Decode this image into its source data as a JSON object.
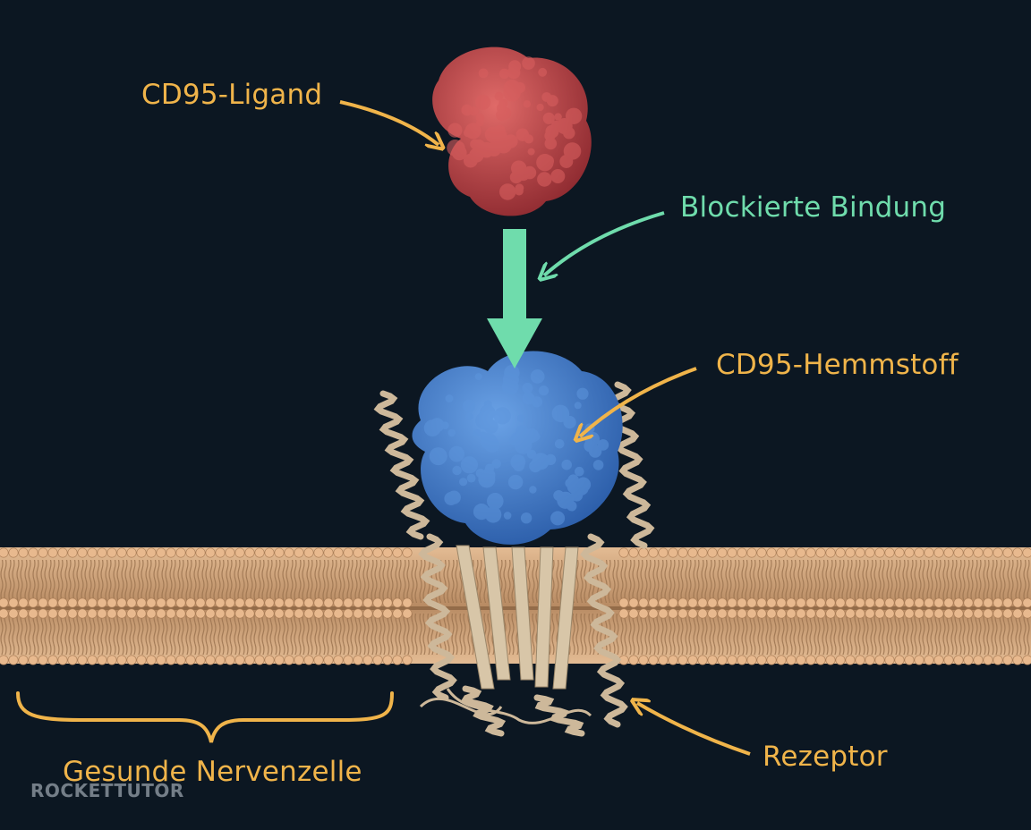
{
  "labels": {
    "ligand": "CD95-Ligand",
    "blocked": "Blockierte Bindung",
    "inhibitor": "CD95-Hemmstoff",
    "receptor": "Rezeptor",
    "cell": "Gesunde Nervenzelle"
  },
  "watermark": "ROCKETTUTOR",
  "colors": {
    "background": "#0c1722",
    "label_orange": "#f0b44a",
    "label_green": "#6fdcac",
    "ligand": "#c8474a",
    "inhibitor": "#4a84d2",
    "receptor": "#cdb89a",
    "membrane": "#d9ad83",
    "watermark": "#c9d3dc"
  }
}
